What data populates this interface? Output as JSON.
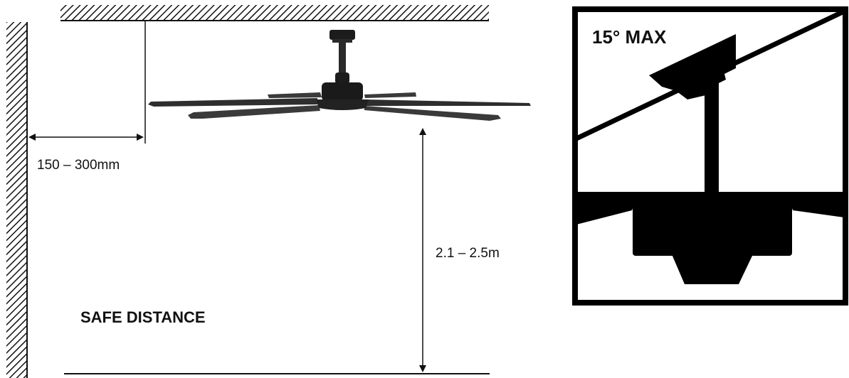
{
  "dimensions": {
    "wall_clearance": "150 – 300mm",
    "mount_height": "2.1 – 2.5m"
  },
  "labels": {
    "safe_distance": "SAFE DISTANCE"
  },
  "inset": {
    "max_angle": "15° MAX"
  },
  "colors": {
    "line": "#111111",
    "fan_body": "#1c1c1c",
    "fan_blade": "#3a3a3a",
    "background": "#ffffff"
  }
}
